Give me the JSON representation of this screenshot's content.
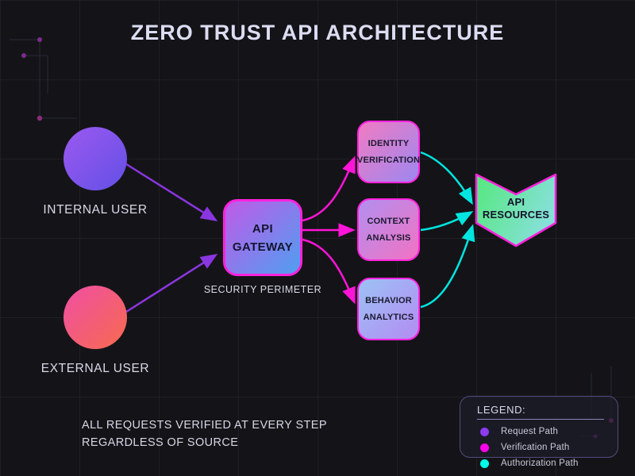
{
  "title": "ZERO TRUST API ARCHITECTURE",
  "nodes": {
    "internal_user": {
      "label": "INTERNAL USER"
    },
    "external_user": {
      "label": "EXTERNAL USER"
    },
    "api_gateway": {
      "line1": "API",
      "line2": "GATEWAY",
      "sublabel": "SECURITY PERIMETER"
    },
    "identity_verification": {
      "line1": "IDENTITY",
      "line2": "VERIFICATION"
    },
    "context_analysis": {
      "line1": "CONTEXT",
      "line2": "ANALYSIS"
    },
    "behavior_analytics": {
      "line1": "BEHAVIOR",
      "line2": "ANALYTICS"
    },
    "api_resources": {
      "line1": "API",
      "line2": "RESOURCES"
    }
  },
  "note": {
    "line1": "ALL REQUESTS VERIFIED AT EVERY STEP",
    "line2": "REGARDLESS OF SOURCE"
  },
  "legend": {
    "title": "LEGEND:",
    "items": [
      {
        "label": "Request Path",
        "color": "#8b3bf0"
      },
      {
        "label": "Verification Path",
        "color": "#ff00e8"
      },
      {
        "label": "Authorization Path",
        "color": "#00ffe8"
      }
    ]
  },
  "colors": {
    "request_path": "#8a36e0",
    "verification_path": "#ff14d8",
    "authorization_path": "#00e5df",
    "node_border": "#ff22dd",
    "resources_gradient_start": "#55e87d",
    "resources_gradient_end": "#86e0d8"
  }
}
